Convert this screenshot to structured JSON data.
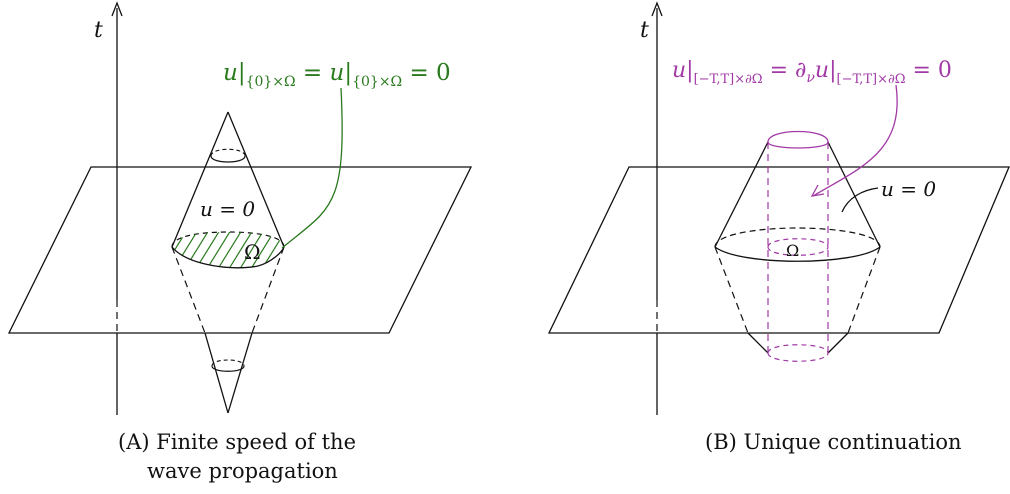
{
  "panel_a": {
    "axis_label": "t",
    "boundary_condition": {
      "prefix": "u|",
      "sub1": "{0}×Ω",
      "middle": " = u|",
      "sub2": "{0}×Ω",
      "suffix": " = 0"
    },
    "solution_label": "u = 0",
    "region_label": "Ω",
    "caption_tag": "(A)",
    "caption_line1": "Finite speed of the",
    "caption_line2": "wave propagation"
  },
  "panel_b": {
    "axis_label": "t",
    "boundary_condition": {
      "prefix": "u|",
      "sub1": "[−T,T]×∂Ω",
      "middle": " = ∂",
      "nu": "ν",
      "middle2": "u|",
      "sub2": "[−T,T]×∂Ω",
      "suffix": " = 0"
    },
    "solution_label": "u = 0",
    "region_label": "Ω",
    "caption_tag": "(B)",
    "caption_line1": "Unique continuation"
  },
  "colors": {
    "ink": "#111111",
    "green": "#2a7a1e",
    "magenta": "#a23aa6"
  }
}
